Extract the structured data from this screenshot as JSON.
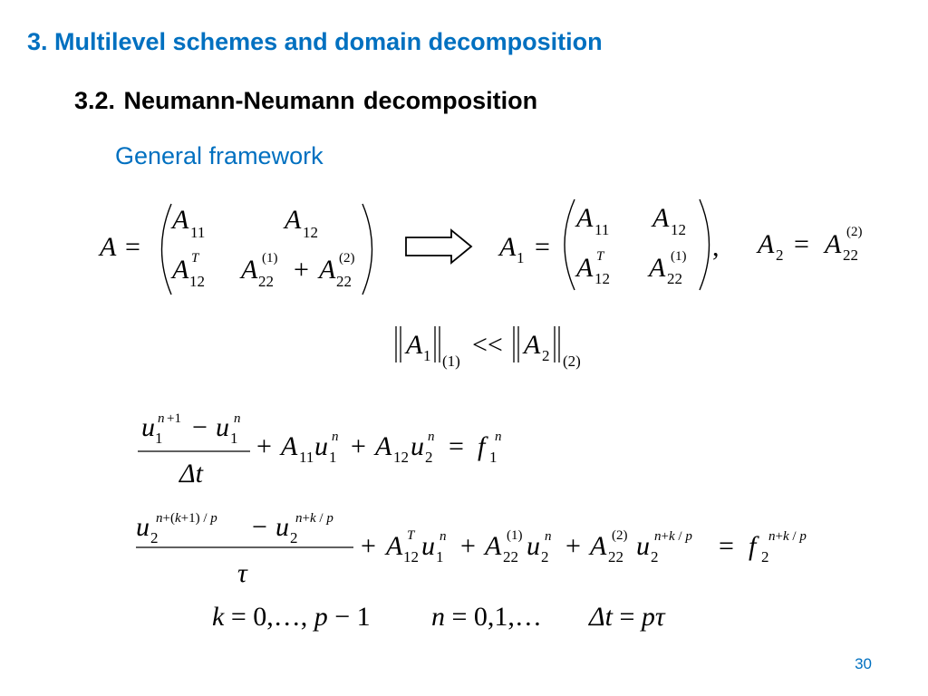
{
  "slide": {
    "section_title": "3. Multilevel schemes and domain decomposition",
    "subsection_title": "3.2. Neumann-Neumann  decomposition",
    "topic": "General framework",
    "page_number": "30"
  },
  "colors": {
    "heading_blue": "#0070C0",
    "text_black": "#000000",
    "background": "#ffffff"
  },
  "icons": [
    "implies-arrow-icon"
  ],
  "formulas": {
    "matrix_A": "A = ( A11  A12 ; A12^T  A22^(1) + A22^(2) )",
    "matrix_A1_A2": "A1 = ( A11  A12 ; A12^T  A22^(1) ),   A2 = A22^(2)",
    "norm_relation": "||A1||_(1) << ||A2||_(2)",
    "equation_1": "(u1^(n+1) - u1^n)/Δt + A11 u1^n + A12 u2^n = f1^n",
    "equation_2": "(u2^(n+(k+1)/p) - u2^(n+k/p))/τ + A12^T u1^n + A22^(1) u2^n + A22^(2) u2^(n+k/p) = f2^(n+k/p)",
    "parameters": "k = 0,…, p − 1   n = 0,1,…   Δt = pτ"
  }
}
